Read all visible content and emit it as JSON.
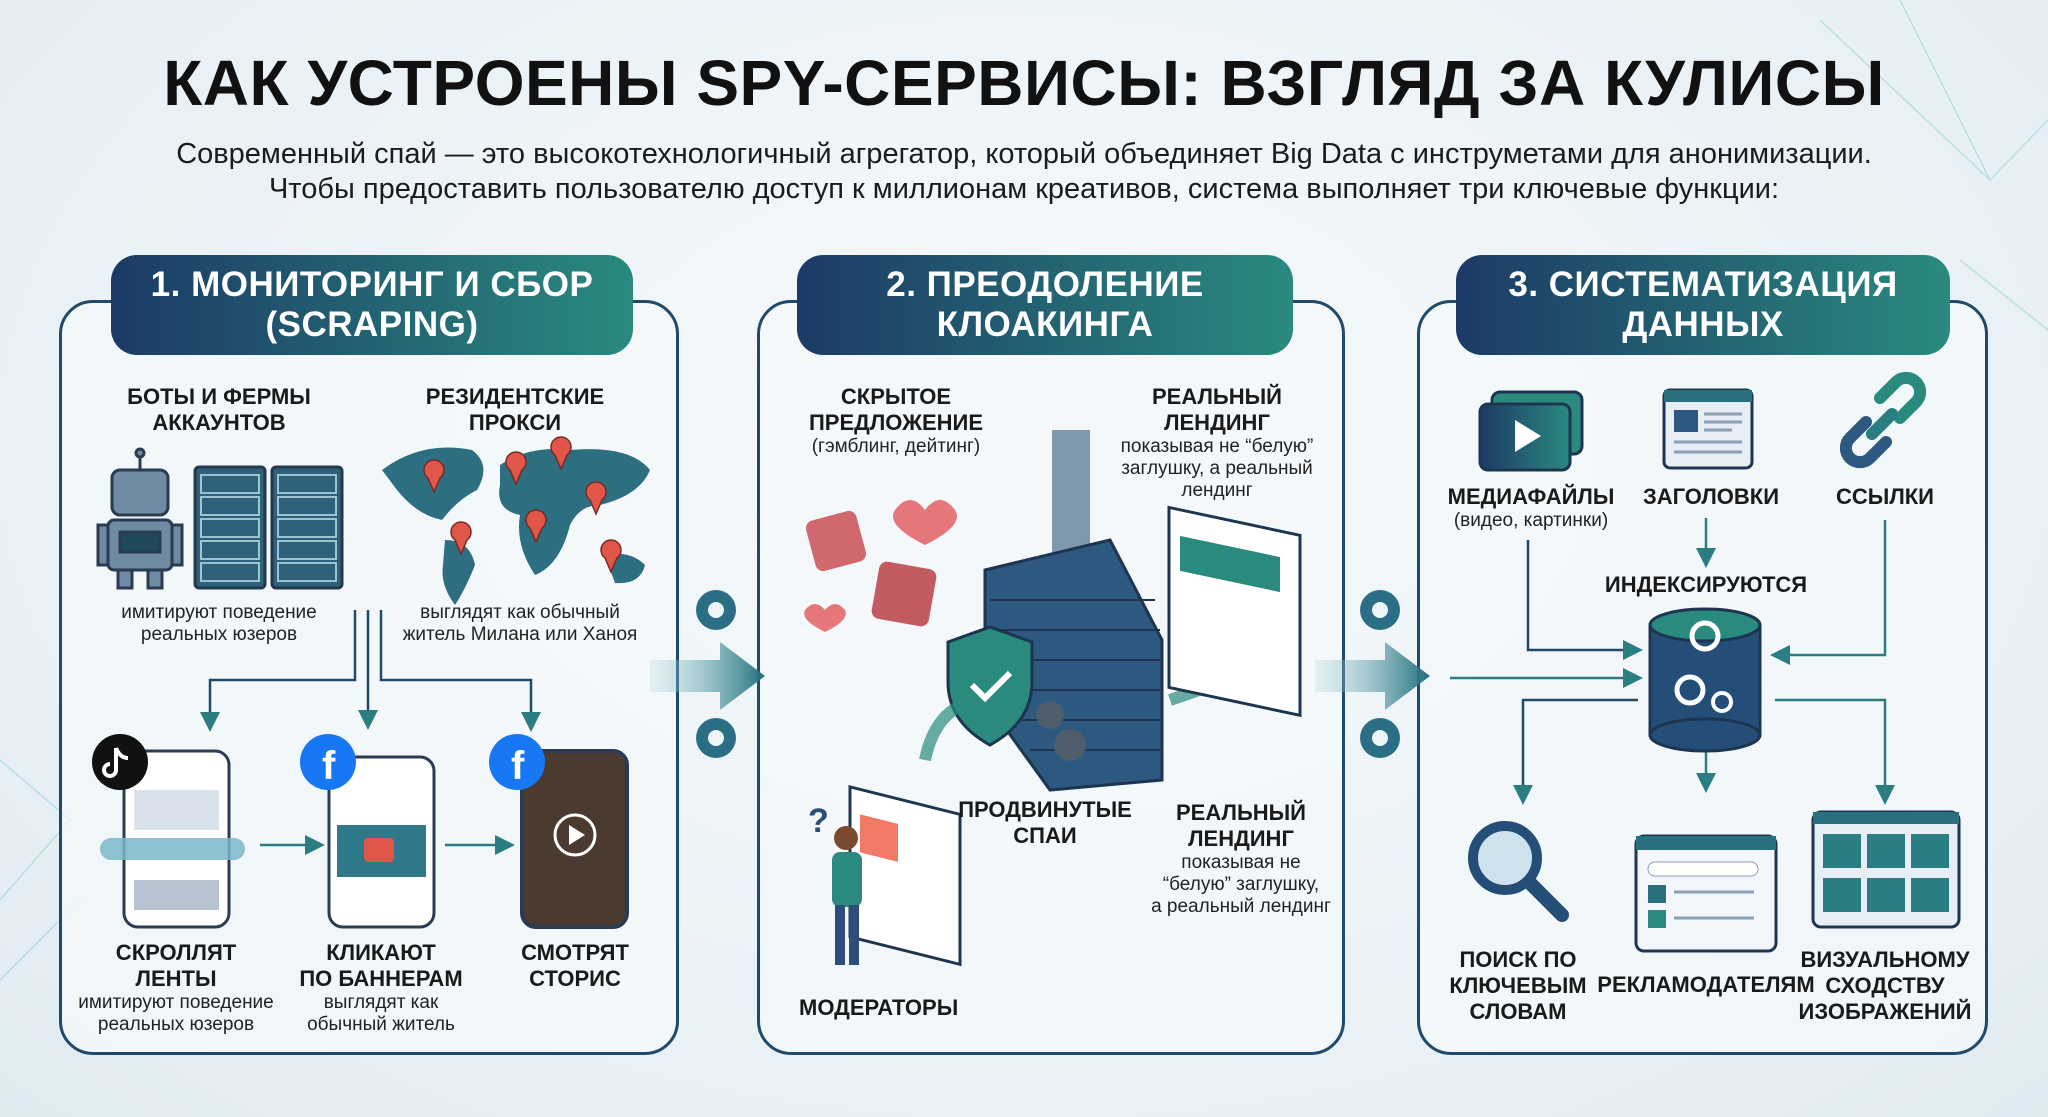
{
  "title": "КАК УСТРОЕНЫ SPY-СЕРВИСЫ: ВЗГЛЯД ЗА КУЛИСЫ",
  "subtitle": [
    "Современный спай — это высокотехнологичный агрегатор, который объединяет Big Data с инструметами для анонимизации.",
    "Чтобы предоставить пользователю доступ к миллионам креативов, система выполняет три ключевые функции:"
  ],
  "colors": {
    "navy": "#1c3a66",
    "teal": "#2a8a7e",
    "accent_red": "#e0574a"
  },
  "panels": [
    {
      "header": [
        "1. МОНИТОРИНГ И СБОР",
        "(SCRAPING)"
      ],
      "bots": {
        "title": [
          "БОТЫ И ФЕРМЫ",
          "АККАУНТОВ"
        ],
        "desc": [
          "имитируют поведение",
          "реальных юзеров"
        ],
        "icons": [
          "robot-icon",
          "server-rack-icon"
        ]
      },
      "proxies": {
        "title": [
          "РЕЗИДЕНТСКИЕ",
          "ПРОКСИ"
        ],
        "desc": [
          "выглядят как обычный",
          "житель Милана или Ханоя"
        ],
        "icons": [
          "world-map-icon",
          "location-pin-icon"
        ]
      },
      "actions": [
        {
          "title": [
            "СКРОЛЛЯТ",
            "ЛЕНТЫ"
          ],
          "desc": [
            "имитируют поведение",
            "реальных юзеров"
          ],
          "icon": "tiktok-icon"
        },
        {
          "title": [
            "КЛИКАЮТ",
            "ПО БАННЕРАМ"
          ],
          "desc": [
            "выглядят как",
            "обычный житель"
          ],
          "icon": "facebook-icon"
        },
        {
          "title": [
            "СМОТРЯТ",
            "СТОРИС"
          ],
          "desc": [],
          "icon": "facebook-icon"
        }
      ]
    },
    {
      "header": [
        "2. ПРЕОДОЛЕНИЕ",
        "КЛОАКИНГА"
      ],
      "hidden_offer": {
        "title": [
          "СКРЫТОЕ",
          "ПРЕДЛОЖЕНИЕ"
        ],
        "desc": "(гэмблинг, дейтинг)"
      },
      "real_landing_top": {
        "title": [
          "РЕАЛЬНЫЙ",
          "ЛЕНДИНГ"
        ],
        "desc": [
          "показывая не “белую”",
          "заглушку, а реальный",
          "лендинг"
        ]
      },
      "advanced_spies": [
        "ПРОДВИНУТЫЕ",
        "СПАИ"
      ],
      "real_landing_bottom": {
        "title": [
          "РЕАЛЬНЫЙ",
          "ЛЕНДИНГ"
        ],
        "desc": [
          "показывая не",
          "“белую” заглушку,",
          "а реальный лендинг"
        ]
      },
      "moderators": "МОДЕРАТОРЫ"
    },
    {
      "header": [
        "3. СИСТЕМАТИЗАЦИЯ",
        "ДАННЫХ"
      ],
      "inputs": [
        {
          "title": "МЕДИАФАЙЛЫ",
          "desc": "(видео, картинки)",
          "icon": "media-files-icon"
        },
        {
          "title": "ЗАГОЛОВКИ",
          "desc": "",
          "icon": "headline-page-icon"
        },
        {
          "title": "ССЫЛКИ",
          "desc": "",
          "icon": "link-icon"
        }
      ],
      "indexed": "ИНДЕКСИРУЮТСЯ",
      "outputs": [
        {
          "title": [
            "ПОИСК ПО",
            "КЛЮЧЕВЫМ",
            "СЛОВАМ"
          ],
          "icon": "magnifier-icon"
        },
        {
          "title": [
            "РЕКЛАМОДАТЕЛЯМ"
          ],
          "icon": "advertiser-card-icon"
        },
        {
          "title": [
            "ВИЗУАЛЬНОМУ",
            "СХОДСТВУ",
            "ИЗОБРАЖЕНИЙ"
          ],
          "icon": "image-grid-icon"
        }
      ]
    }
  ]
}
